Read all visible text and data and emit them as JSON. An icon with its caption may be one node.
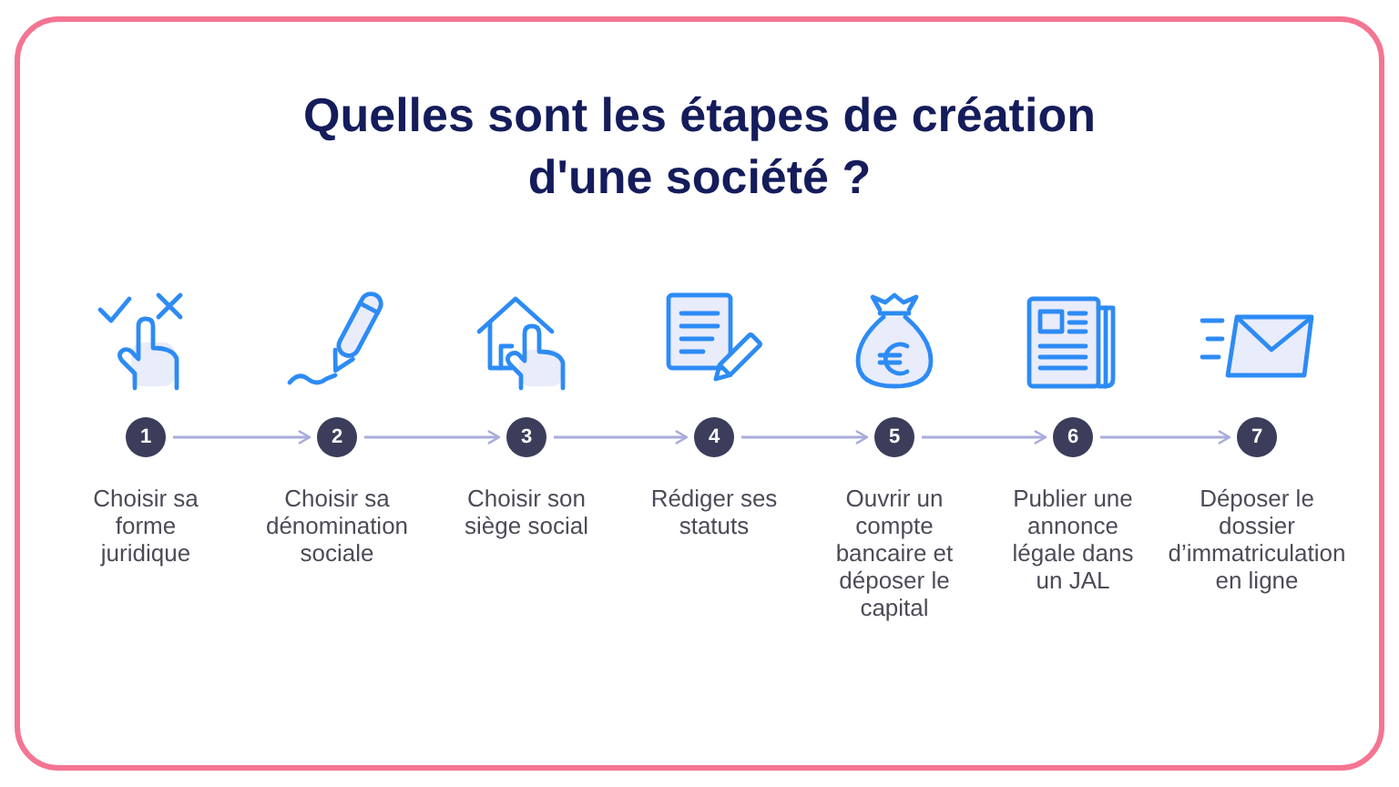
{
  "diagram": {
    "title": "Quelles sont les étapes de création d'une société ?",
    "nodes": [
      {
        "text": [
          "1"
        ],
        "beside": [
          "Choisir sa forme juridique"
        ]
      },
      {
        "text": [
          "2"
        ],
        "beside": [
          "Choisir sa dénomination sociale"
        ]
      },
      {
        "text": [
          "3"
        ],
        "beside": [
          "Choisir son siège social"
        ]
      },
      {
        "text": [
          "4"
        ],
        "beside": [
          "Rédiger ses statuts"
        ]
      },
      {
        "text": [
          "5"
        ],
        "beside": [
          "Ouvrir un compte bancaire et déposer le capital"
        ]
      },
      {
        "text": [
          "6"
        ],
        "beside": [
          "Publier une annonce légale dans un JAL"
        ]
      },
      {
        "text": [
          "7"
        ],
        "beside": [
          "Déposer le dossier d’immatriculation en ligne"
        ]
      }
    ],
    "edges": [
      {
        "from": 0,
        "to": 1,
        "arrow": "to"
      },
      {
        "from": 1,
        "to": 2,
        "arrow": "to"
      },
      {
        "from": 2,
        "to": 3,
        "arrow": "to"
      },
      {
        "from": 3,
        "to": 4,
        "arrow": "to"
      },
      {
        "from": 4,
        "to": 5,
        "arrow": "to"
      },
      {
        "from": 5,
        "to": 6,
        "arrow": "to"
      }
    ]
  }
}
